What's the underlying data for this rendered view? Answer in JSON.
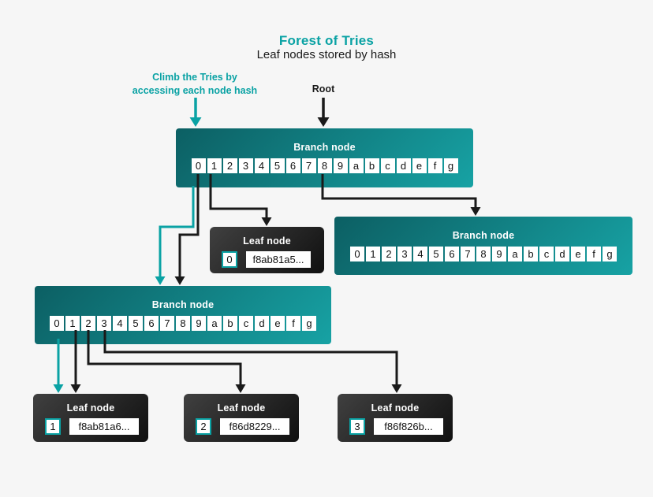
{
  "header": {
    "title": "Forest of Tries",
    "subtitle": "Leaf nodes stored by hash"
  },
  "annotations": {
    "climb": "Climb the Tries by\naccessing each node hash",
    "root": "Root"
  },
  "hex_digits": [
    "0",
    "1",
    "2",
    "3",
    "4",
    "5",
    "6",
    "7",
    "8",
    "9",
    "a",
    "b",
    "c",
    "d",
    "e",
    "f",
    "g"
  ],
  "nodes": {
    "root_branch": {
      "label": "Branch node"
    },
    "right_branch": {
      "label": "Branch node"
    },
    "left_branch": {
      "label": "Branch node"
    },
    "leaf0": {
      "label": "Leaf node",
      "index": "0",
      "hash": "f8ab81a5..."
    },
    "leaf1": {
      "label": "Leaf node",
      "index": "1",
      "hash": "f8ab81a6..."
    },
    "leaf2": {
      "label": "Leaf node",
      "index": "2",
      "hash": "f86d8229..."
    },
    "leaf3": {
      "label": "Leaf node",
      "index": "3",
      "hash": "f86f826b..."
    }
  },
  "edges": [
    {
      "from": "climb-annotation",
      "to": "root-branch-node",
      "style": "accent"
    },
    {
      "from": "root-annotation",
      "to": "root-branch-node",
      "style": "black"
    },
    {
      "from": "root-branch-cell-0",
      "to": "left-branch-node",
      "style": "black"
    },
    {
      "from": "root-branch-node",
      "to": "left-branch-node",
      "style": "accent"
    },
    {
      "from": "root-branch-cell-1",
      "to": "leaf-node-0",
      "style": "black"
    },
    {
      "from": "root-branch-cell-8",
      "to": "right-branch-node",
      "style": "black"
    },
    {
      "from": "left-branch-cell-0",
      "to": "leaf-node-1",
      "style": "accent"
    },
    {
      "from": "left-branch-cell-1",
      "to": "leaf-node-1",
      "style": "black"
    },
    {
      "from": "left-branch-cell-2",
      "to": "leaf-node-2",
      "style": "black"
    },
    {
      "from": "left-branch-cell-3",
      "to": "leaf-node-3",
      "style": "black"
    }
  ],
  "colors": {
    "accent": "#0aa2a4",
    "edge_black": "#1a1a1a",
    "branch_gradient_start": "#0c5f63",
    "branch_gradient_end": "#17a2a4",
    "leaf_gradient_start": "#404040",
    "leaf_gradient_end": "#101010",
    "background": "#f6f6f6"
  }
}
